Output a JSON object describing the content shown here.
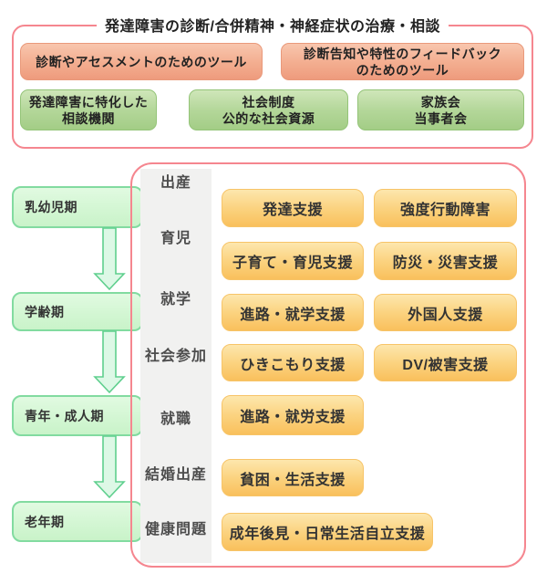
{
  "colors": {
    "panel_border": "#f5868f",
    "tool_box_orange": "#f3ad8f",
    "resource_box_green": "#b4d79a",
    "stage_box_green": "#d2f6d2",
    "stage_border_green": "#82dba0",
    "support_box_orange": "#fbd380",
    "event_strip_gray": "#f1f1f0"
  },
  "top_panel": {
    "title": "発達障害の診断/合併精神・神経症状の治療・相談",
    "tool_boxes": [
      {
        "line1": "診断やアセスメントのためのツール"
      },
      {
        "line1": "診断告知や特性のフィードバック",
        "line2": "のためのツール"
      }
    ],
    "resource_boxes": [
      {
        "line1": "発達障害に特化した",
        "line2": "相談機関"
      },
      {
        "line1": "社会制度",
        "line2": "公的な社会資源"
      },
      {
        "line1": "家族会",
        "line2": "当事者会"
      }
    ]
  },
  "life_stages": [
    "乳幼児期",
    "学齢期",
    "青年・成人期",
    "老年期"
  ],
  "life_events": [
    "出産",
    "育児",
    "就学",
    "社会参加",
    "就職",
    "結婚出産",
    "健康問題"
  ],
  "supports": {
    "col1": [
      "発達支援",
      "子育て・育児支援",
      "進路・就学支援",
      "ひきこもり支援",
      "進路・就労支援",
      "貧困・生活支援",
      "成年後見・日常生活自立支援"
    ],
    "col2": [
      "強度行動障害",
      "防災・災害支援",
      "外国人支援",
      "DV/被害支援"
    ]
  }
}
